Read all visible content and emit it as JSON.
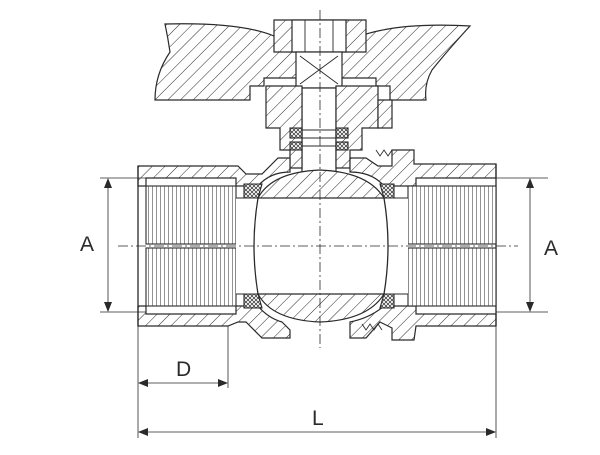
{
  "dimensions": {
    "a_left": "A",
    "a_right": "A",
    "d": "D",
    "l": "L"
  }
}
